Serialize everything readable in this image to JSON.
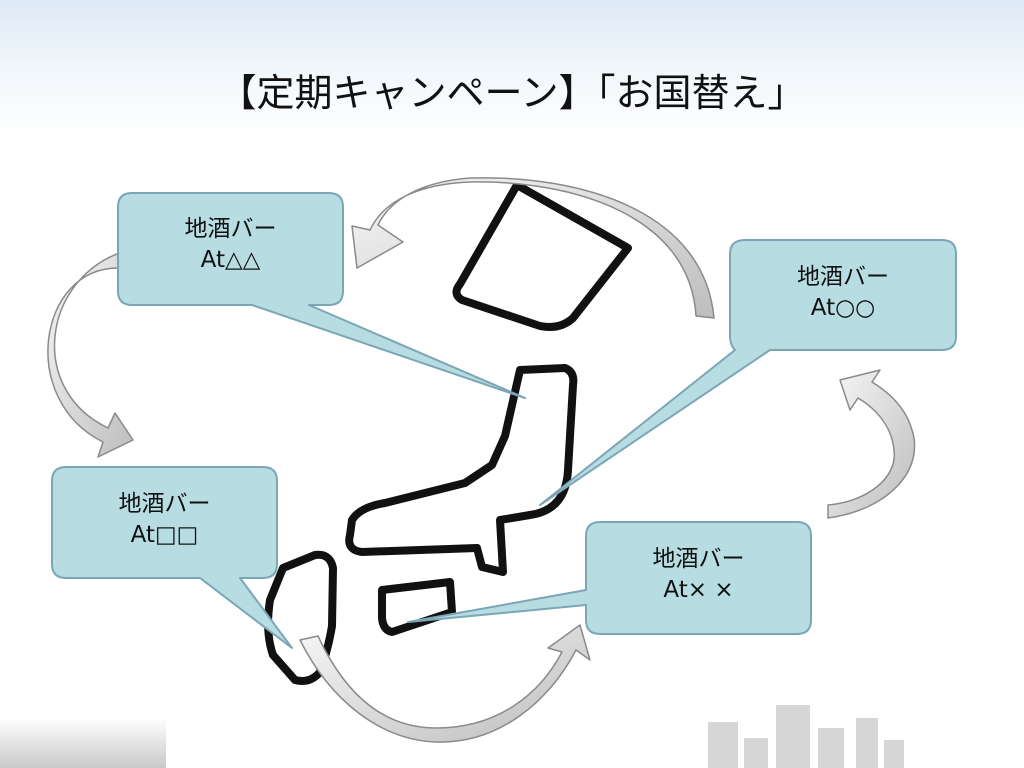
{
  "title": "【定期キャンペーン】「お国替え」",
  "callouts": [
    {
      "line1": "地酒バー",
      "line2": "At△△"
    },
    {
      "line1": "地酒バー",
      "line2": "At○○"
    },
    {
      "line1": "地酒バー",
      "line2": "At□□"
    },
    {
      "line1": "地酒バー",
      "line2": "At× ×"
    }
  ],
  "colors": {
    "callout_fill": "#b7dde3",
    "callout_stroke": "#7ba6b6",
    "arrow_fill": "#dcdcdc",
    "arrow_stroke": "#8a8a8a",
    "map_stroke": "#111111"
  }
}
